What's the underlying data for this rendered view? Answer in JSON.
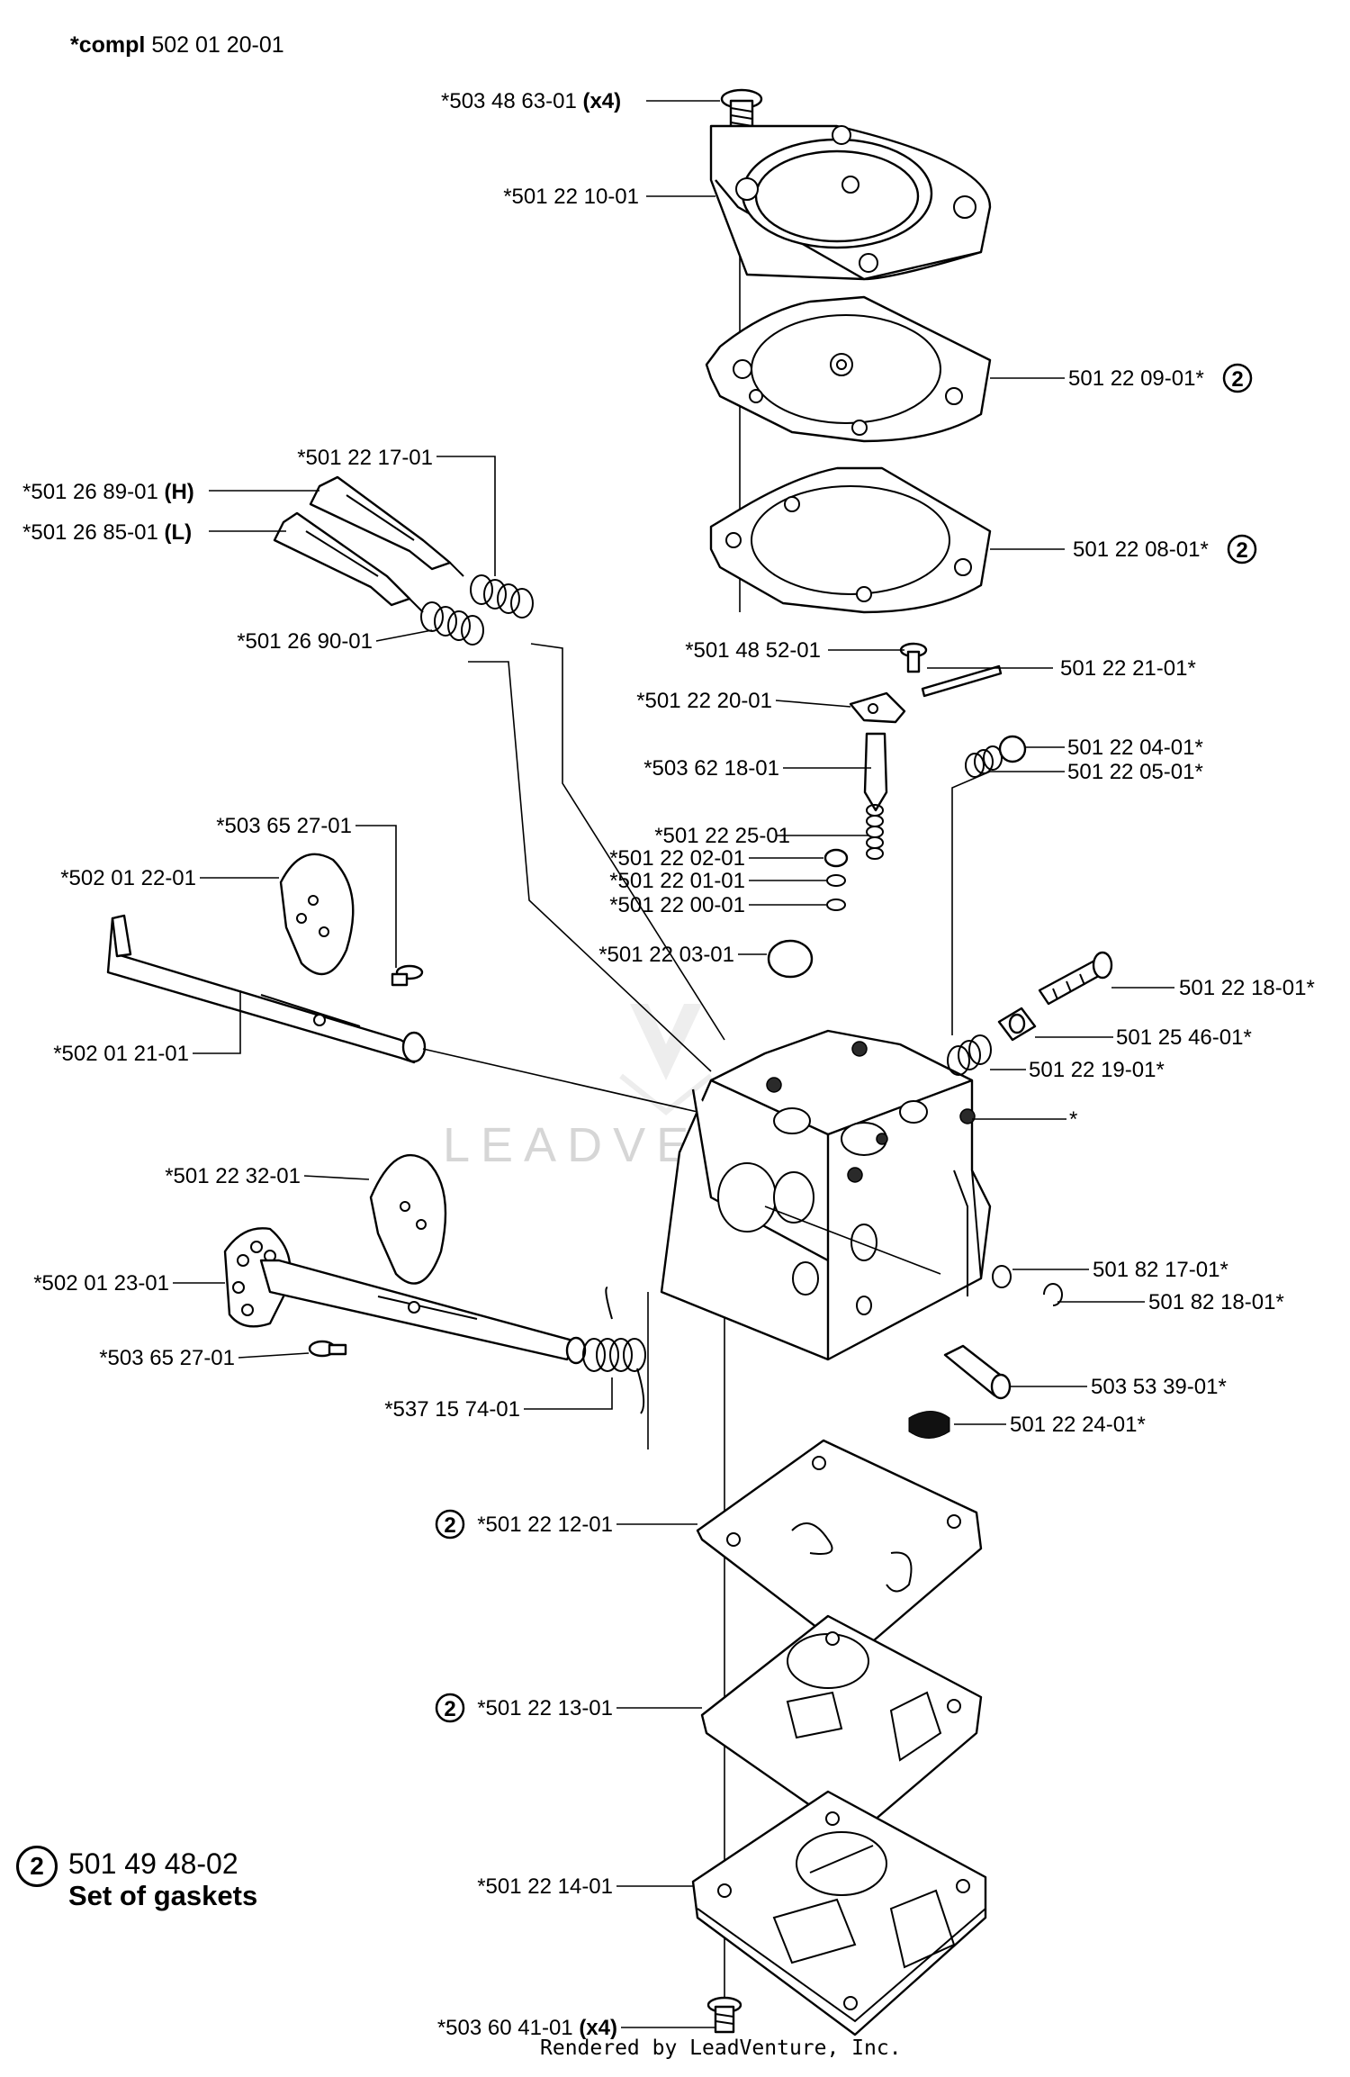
{
  "title": {
    "prefix": "*compl",
    "part": "502 01 20-01"
  },
  "legend": {
    "num": "2",
    "part": "501 49 48-02",
    "desc": "Set of gaskets"
  },
  "watermark": "LEADVENTURE",
  "footer": "Rendered by LeadVenture, Inc.",
  "callouts": [
    {
      "id": "c1",
      "text": "*503 48 63-01",
      "qty": "(x4)"
    },
    {
      "id": "c2",
      "text": "*501 22 10-01"
    },
    {
      "id": "c3",
      "text": "501 22 09-01*",
      "ref": "2"
    },
    {
      "id": "c4",
      "text": "*501 22 17-01"
    },
    {
      "id": "c5",
      "text": "*501 26 89-01",
      "qty": "(H)"
    },
    {
      "id": "c6",
      "text": "*501 26 85-01",
      "qty": "(L)"
    },
    {
      "id": "c7",
      "text": "501 22 08-01*",
      "ref": "2"
    },
    {
      "id": "c8",
      "text": "*501 26 90-01"
    },
    {
      "id": "c9",
      "text": "*501 48 52-01"
    },
    {
      "id": "c10",
      "text": "501 22 21-01*"
    },
    {
      "id": "c11",
      "text": "*501 22 20-01"
    },
    {
      "id": "c12",
      "text": "501 22 04-01*"
    },
    {
      "id": "c13",
      "text": "*503 62 18-01"
    },
    {
      "id": "c14",
      "text": "501 22 05-01*"
    },
    {
      "id": "c15",
      "text": "*503 65 27-01"
    },
    {
      "id": "c16",
      "text": "*501 22 25-01"
    },
    {
      "id": "c17",
      "text": "*502 01 22-01"
    },
    {
      "id": "c18",
      "text": "*501 22 02-01"
    },
    {
      "id": "c19",
      "text": "*501 22 01-01"
    },
    {
      "id": "c20",
      "text": "*501 22 00-01"
    },
    {
      "id": "c21",
      "text": "*501 22 03-01"
    },
    {
      "id": "c22",
      "text": "501 22 18-01*"
    },
    {
      "id": "c23",
      "text": "501 25 46-01*"
    },
    {
      "id": "c24",
      "text": "*502 01 21-01"
    },
    {
      "id": "c25",
      "text": "501 22 19-01*"
    },
    {
      "id": "c26",
      "text": "*"
    },
    {
      "id": "c27",
      "text": "*501 22 32-01"
    },
    {
      "id": "c28",
      "text": "*502 01 23-01"
    },
    {
      "id": "c29",
      "text": "501 82 17-01*"
    },
    {
      "id": "c30",
      "text": "501 82 18-01*"
    },
    {
      "id": "c31",
      "text": "*503 65 27-01"
    },
    {
      "id": "c32",
      "text": "503 53 39-01*"
    },
    {
      "id": "c33",
      "text": "*537 15 74-01"
    },
    {
      "id": "c34",
      "text": "501 22 24-01*"
    },
    {
      "id": "c35",
      "text": "*501 22 12-01",
      "ref": "2"
    },
    {
      "id": "c36",
      "text": "*501 22 13-01",
      "ref": "2"
    },
    {
      "id": "c37",
      "text": "*501 22 14-01"
    },
    {
      "id": "c38",
      "text": "*503 60 41-01",
      "qty": "(x4)"
    }
  ]
}
